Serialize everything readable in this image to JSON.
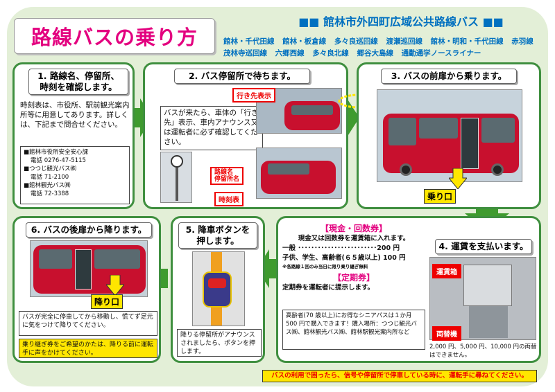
{
  "title": "路線バスの乗り方",
  "header_title": "■■ 館林市外四町広域公共路線バス ■■",
  "routes": [
    "館林・千代田線",
    "館林・板倉線",
    "多々良巡回線",
    "渡瀬巡回線",
    "館林・明和・千代田線",
    "赤羽線",
    "茂林寺巡回線",
    "六郷西線",
    "多々良北線",
    "郷谷大島線",
    "通勤通学ノースライナー"
  ],
  "step1": {
    "title_line1": "1. 路線名、停留所、",
    "title_line2": "時刻を確認します。",
    "body": "時刻表は、市役所、駅前観光案内所等に用意してあります。詳しくは、下記まで問合せください。",
    "contacts": [
      {
        "name": "■館林市役所安全安心課",
        "tel": "電話 0276-47-5115"
      },
      {
        "name": "■つつじ観光バス㈱",
        "tel": "電話 71-2100"
      },
      {
        "name": "■館林観光バス㈱",
        "tel": "電話 72-3388"
      }
    ]
  },
  "step2": {
    "title": "2. バス停留所で待ちます。",
    "body": "バスが来たら、車体の「行き先」表示、車内アナウンス又は運転者に必ず確認してください。",
    "tag_destination": "行き先表示",
    "tag_route": "路線名\n停留所名",
    "tag_timetable": "時刻表"
  },
  "step3": {
    "title": "3. バスの前扉から乗ります。",
    "tag": "乗り口"
  },
  "step4": {
    "title": "4. 運賃を支払います。",
    "tag_farebox": "運賃箱",
    "tag_changer": "両替機",
    "note": "2,000 円、5,000 円、10,000 円の両替はできません。"
  },
  "fare": {
    "cash_header": "【現金・回数券】",
    "cash_line": "現金又は回数券を運賃箱に入れます。",
    "adult": "一般 ････････････････････････200 円",
    "child": "子供、学生、高齢者(６５歳以上) 100 円",
    "transfer_note": "※各路線１回のみ当日に限り乗り継ぎ無料",
    "pass_header": "【定期券】",
    "pass_line": "定期券を運転者に提示します。",
    "senior_note": "高齢者(70 歳以上)にお得なシニアパスは１か月 500 円で購入できます！購入場所：つつじ観光バス㈱、館林観光バス㈱、館林駅観光案内所など"
  },
  "step5": {
    "title_line1": "5. 降車ボタンを",
    "title_line2": "押します。",
    "body": "降りる停留所がアナウンスされましたら、ボタンを押します。"
  },
  "step6": {
    "title": "6. バスの後扉から降ります。",
    "tag": "降り口",
    "body": "バスが完全に停車してから移動し、慌てず足元に気をつけて降りてください。",
    "transfer": "乗り継ぎ券をご希望のかたは、降りる前に運転手に声をかけてください。"
  },
  "footer": "バスの利用で困ったら、信号や停留所で停車している時に、運転手に尋ねてください。",
  "colors": {
    "green": "#3f8f3f",
    "pink": "#e3007f",
    "blue": "#0070c0",
    "red": "#c8102e",
    "yellow": "#ffe600"
  }
}
